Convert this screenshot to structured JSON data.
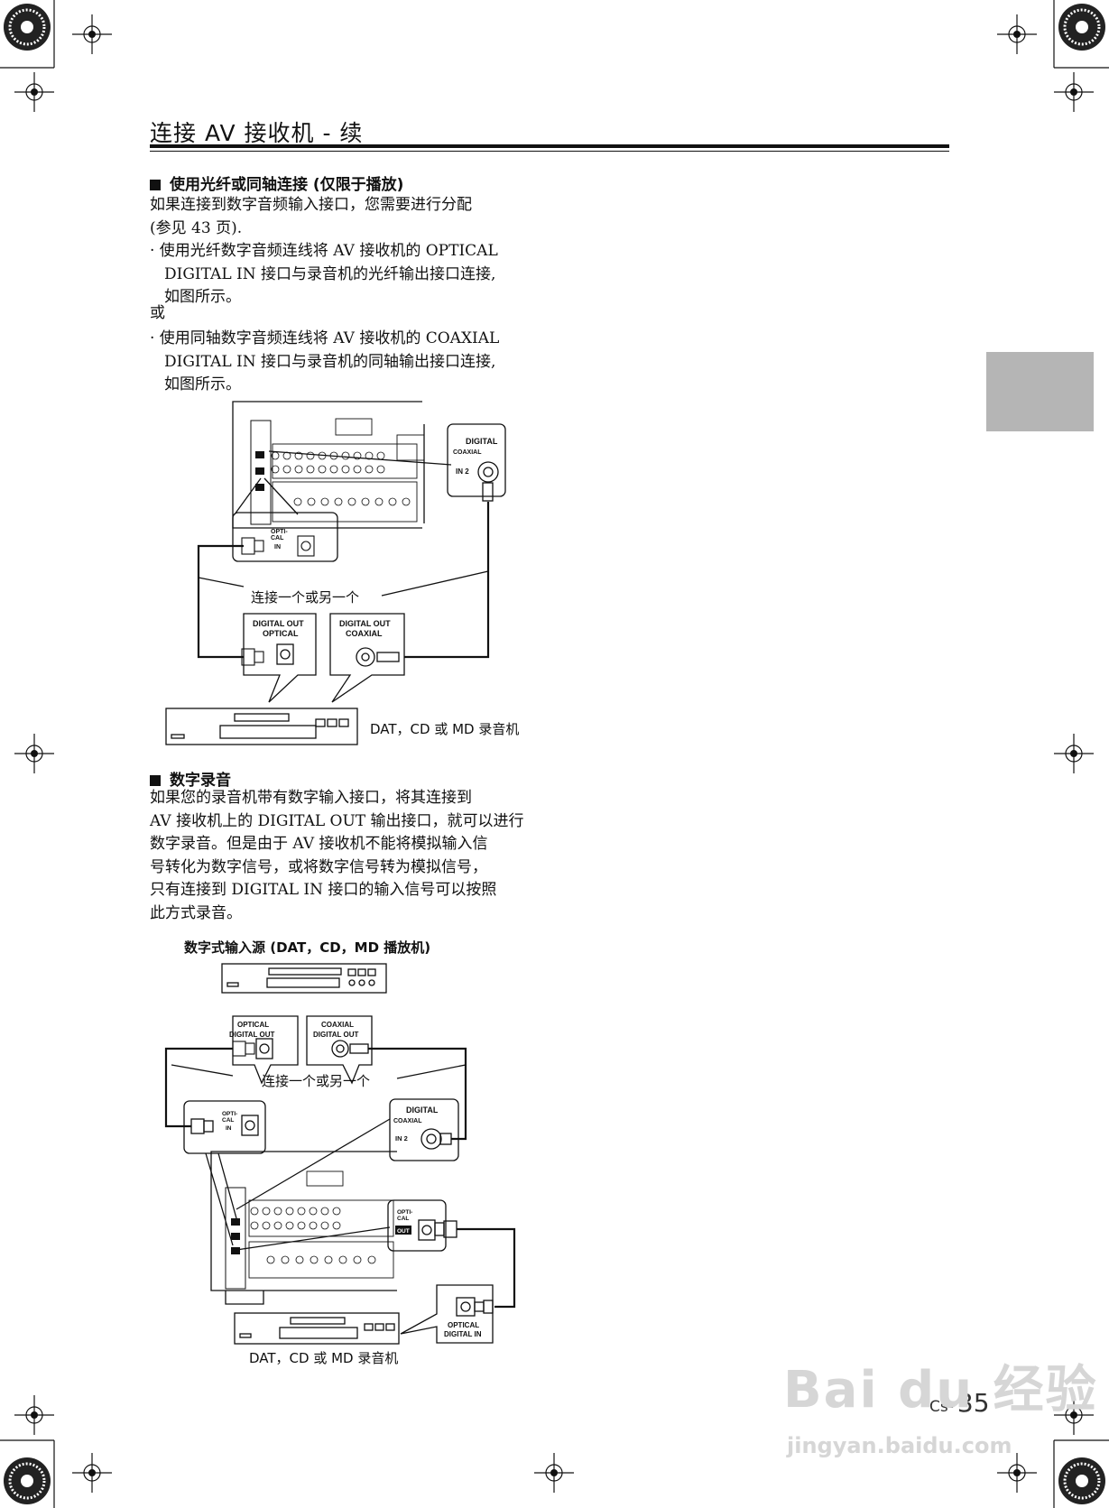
{
  "page": {
    "title": "连接 AV 接收机 - 续",
    "page_prefix": "Cs-",
    "page_number": "35"
  },
  "section1": {
    "heading": "使用光纤或同轴连接 (仅限于播放)",
    "intro_lines": [
      "如果连接到数字音频输入接口，您需要进行分配",
      "(参见 43 页)."
    ],
    "bullet1_lines": [
      "· 使用光纤数字音频连线将 AV 接收机的 OPTICAL",
      "DIGITAL IN 接口与录音机的光纤输出接口连接,",
      "如图所示。"
    ],
    "or_text": "或",
    "bullet2_lines": [
      "· 使用同轴数字音频连线将 AV 接收机的 COAXIAL",
      "DIGITAL IN 接口与录音机的同轴输出接口连接,",
      "如图所示。"
    ]
  },
  "diagram1": {
    "digital": "DIGITAL",
    "coaxial": "COAXIAL",
    "in2": "IN 2",
    "opti": "OPTI-",
    "cal": "CAL",
    "in": "IN",
    "connect_either": "连接一个或另一个",
    "out_optical_1": "DIGITAL OUT",
    "out_optical_2": "OPTICAL",
    "out_coaxial_1": "DIGITAL OUT",
    "out_coaxial_2": "COAXIAL",
    "recorder_caption": "DAT，CD 或 MD 录音机"
  },
  "section2": {
    "heading": "数字录音",
    "body_lines": [
      "如果您的录音机带有数字输入接口，将其连接到",
      "AV 接收机上的 DIGITAL OUT 输出接口，就可以进行",
      "数字录音。但是由于 AV 接收机不能将模拟输入信",
      "号转化为数字信号，或将数字信号转为模拟信号，",
      "只有连接到 DIGITAL IN 接口的输入信号可以按照",
      "此方式录音。"
    ]
  },
  "diagram2": {
    "source_caption": "数字式输入源 (DAT，CD，MD 播放机)",
    "opt_out_1": "OPTICAL",
    "opt_out_2": "DIGITAL OUT",
    "coax_out_1": "COAXIAL",
    "coax_out_2": "DIGITAL OUT",
    "connect_either": "连接一个或另一个",
    "opti": "OPTI-",
    "cal": "CAL",
    "in": "IN",
    "digital": "DIGITAL",
    "coaxial": "COAXIAL",
    "in2": "IN 2",
    "out_opti": "OPTI-",
    "out_cal": "CAL",
    "out": "OUT",
    "opt_in_1": "OPTICAL",
    "opt_in_2": "DIGITAL IN",
    "recorder_caption": "DAT，CD 或 MD 录音机"
  },
  "watermark": {
    "brand": "Bai du 经验",
    "url": "jingyan.baidu.com"
  }
}
